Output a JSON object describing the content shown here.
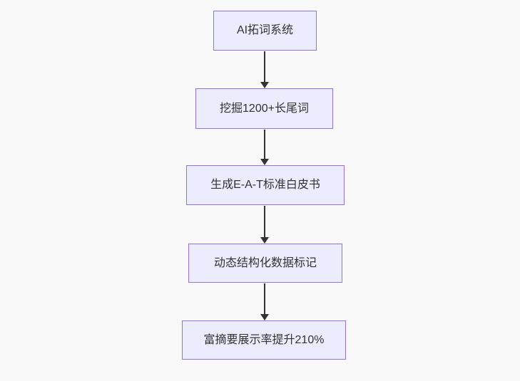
{
  "diagram": {
    "type": "flowchart",
    "direction": "top-down",
    "nodes": [
      {
        "id": "n1",
        "label": "AI拓词系统"
      },
      {
        "id": "n2",
        "label": "挖掘1200+长尾词"
      },
      {
        "id": "n3",
        "label": "生成E-A-T标准白皮书"
      },
      {
        "id": "n4",
        "label": "动态结构化数据标记"
      },
      {
        "id": "n5",
        "label": "富摘要展示率提升210%"
      }
    ],
    "edges": [
      {
        "from": "n1",
        "to": "n2"
      },
      {
        "from": "n2",
        "to": "n3"
      },
      {
        "from": "n3",
        "to": "n4"
      },
      {
        "from": "n4",
        "to": "n5"
      }
    ],
    "colors": {
      "node_fill": "#ECECFF",
      "node_border": "#9370DB",
      "arrow": "#333333",
      "text": "#333333",
      "background": "#f9f9f9"
    }
  }
}
